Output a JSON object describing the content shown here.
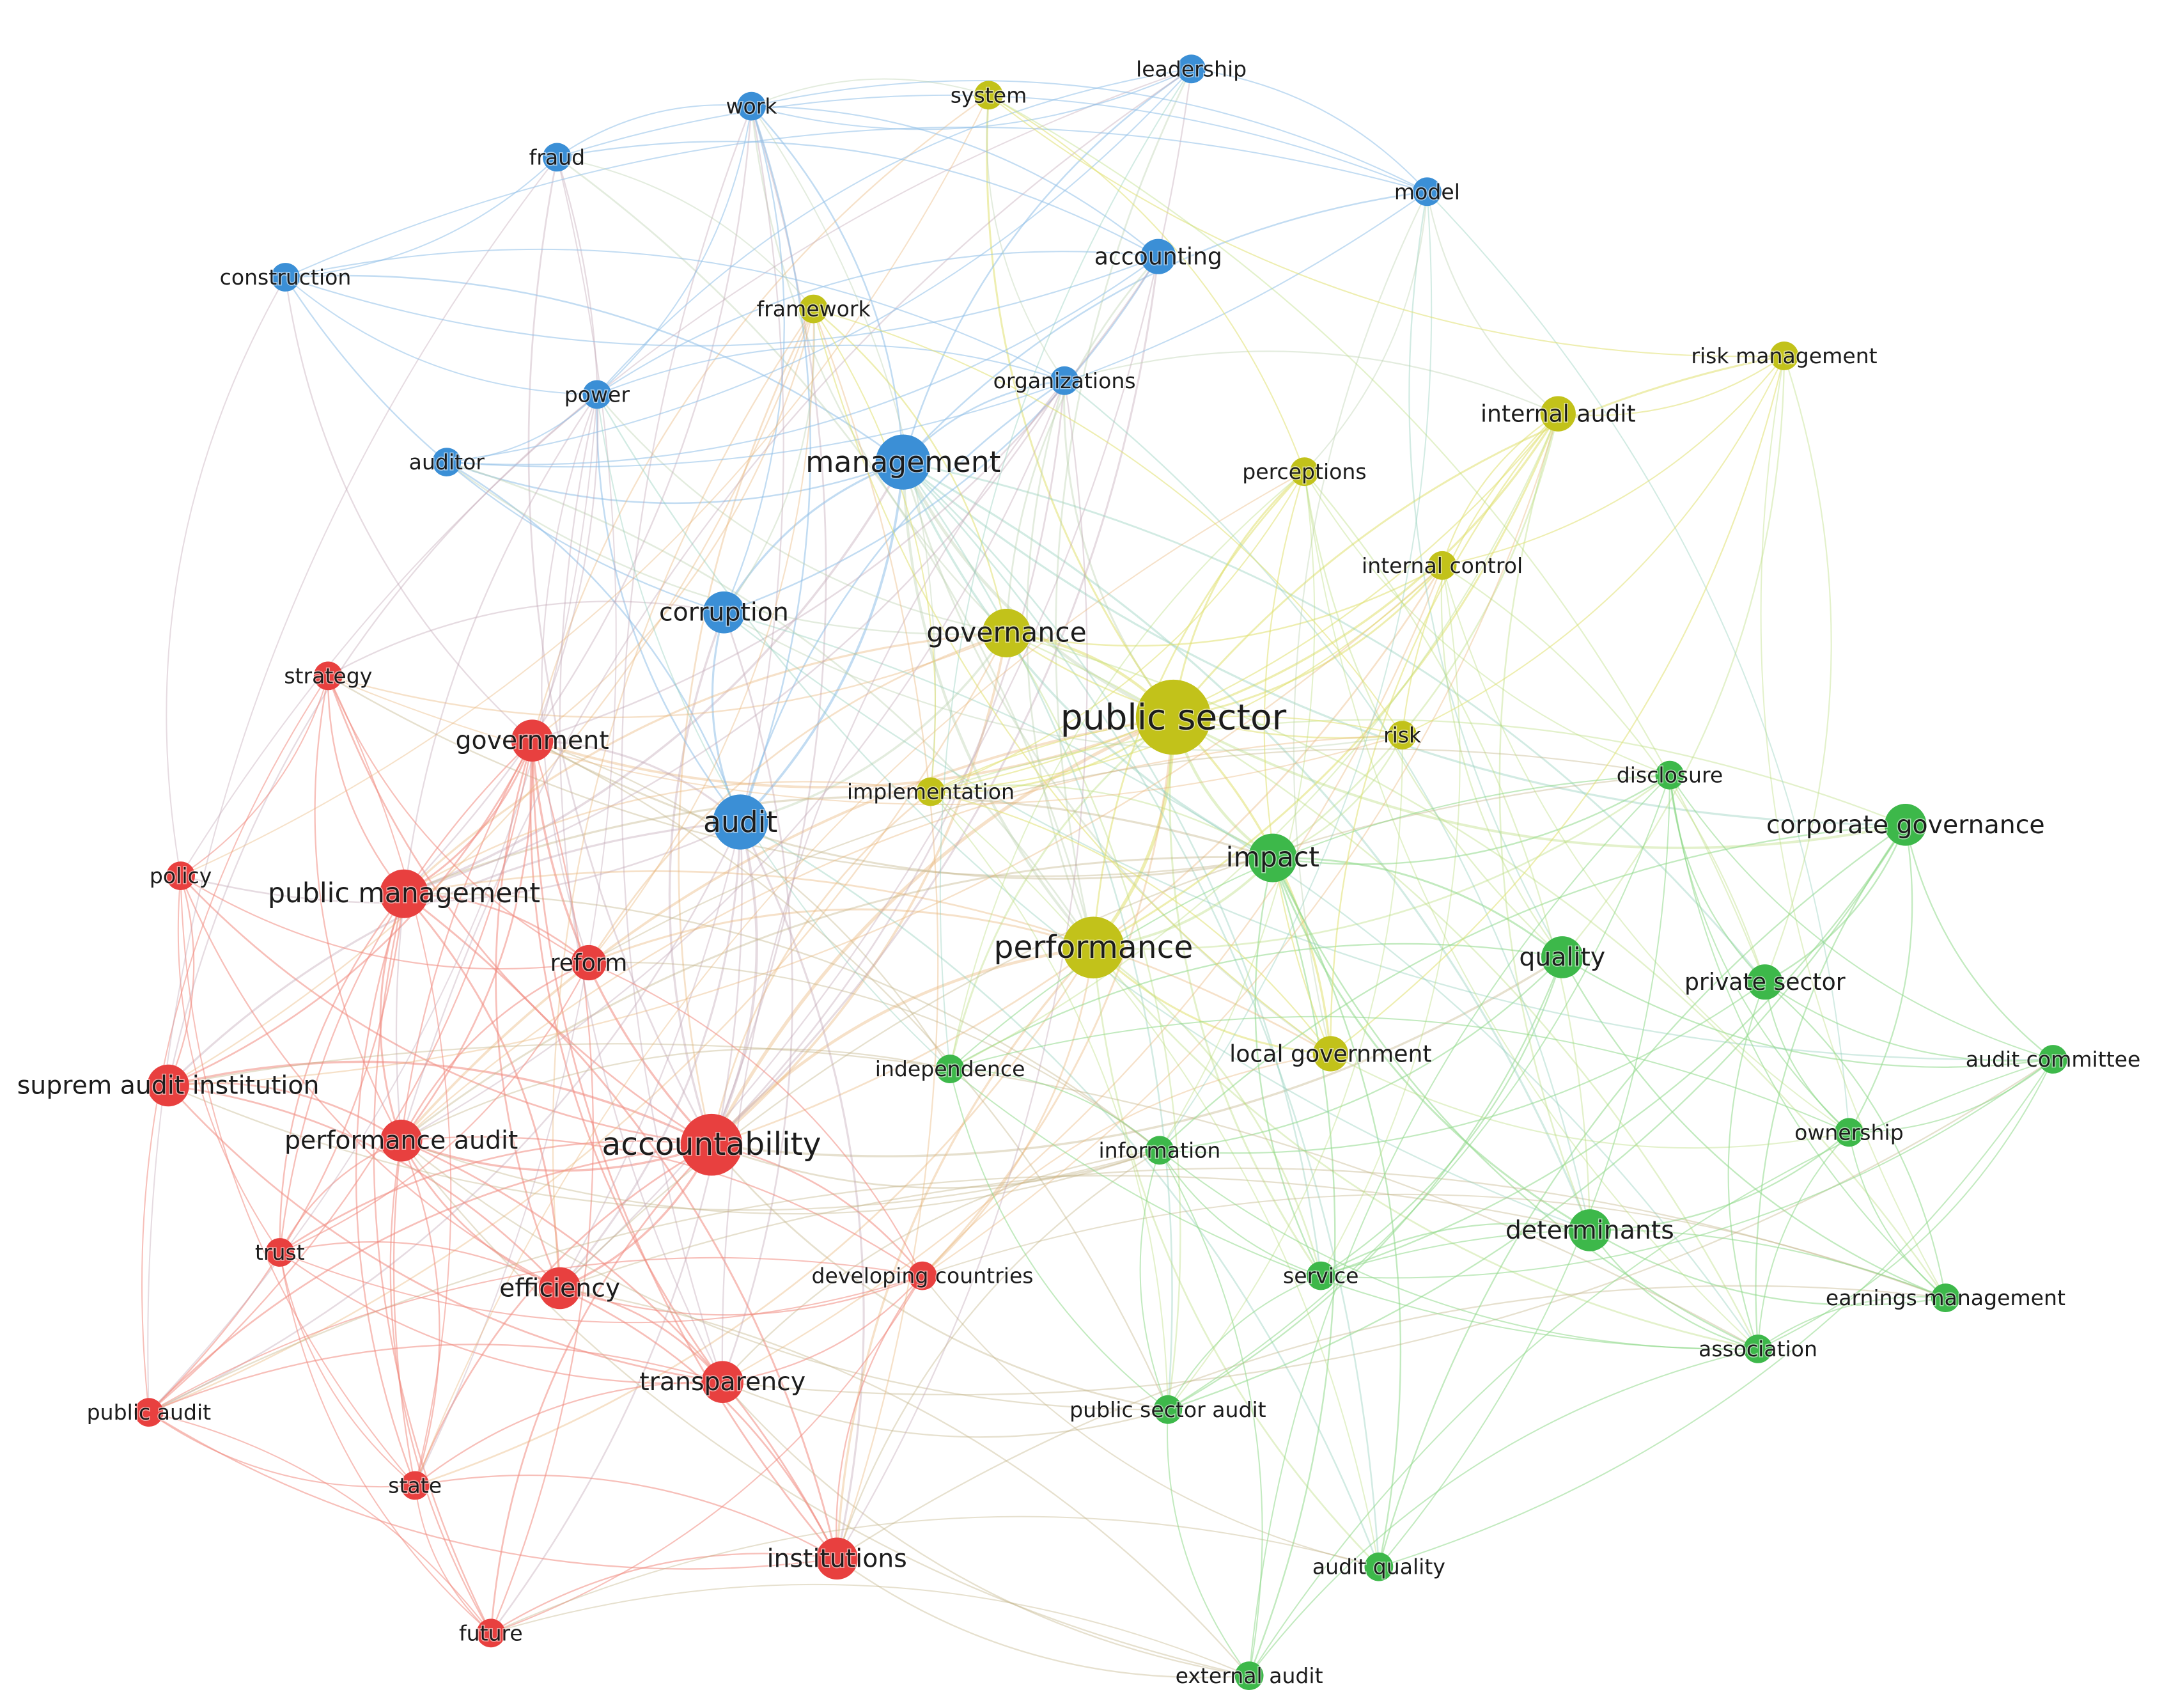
{
  "clusters": {
    "red": {
      "color": "#e8403f",
      "edge": "#f08a80"
    },
    "blue": {
      "color": "#3b8fd6",
      "edge": "#8fbfe8"
    },
    "yellow": {
      "color": "#c2c21a",
      "edge": "#e0e070"
    },
    "green": {
      "color": "#3db84a",
      "edge": "#8fd88a"
    }
  },
  "nodes": [
    {
      "id": "public-sector",
      "label": "public sector",
      "cluster": "yellow",
      "weight": 10
    },
    {
      "id": "accountability",
      "label": "accountability",
      "cluster": "red",
      "weight": 8
    },
    {
      "id": "management",
      "label": "management",
      "cluster": "blue",
      "weight": 7
    },
    {
      "id": "audit",
      "label": "audit",
      "cluster": "blue",
      "weight": 7
    },
    {
      "id": "performance",
      "label": "performance",
      "cluster": "yellow",
      "weight": 8
    },
    {
      "id": "governance",
      "label": "governance",
      "cluster": "yellow",
      "weight": 6
    },
    {
      "id": "impact",
      "label": "impact",
      "cluster": "green",
      "weight": 6
    },
    {
      "id": "quality",
      "label": "quality",
      "cluster": "green",
      "weight": 5
    },
    {
      "id": "corruption",
      "label": "corruption",
      "cluster": "blue",
      "weight": 5
    },
    {
      "id": "government",
      "label": "government",
      "cluster": "red",
      "weight": 5
    },
    {
      "id": "public-management",
      "label": "public management",
      "cluster": "red",
      "weight": 6
    },
    {
      "id": "suprem-audit-institution",
      "label": "suprem audit institution",
      "cluster": "red",
      "weight": 5
    },
    {
      "id": "performance-audit",
      "label": "performance audit",
      "cluster": "red",
      "weight": 5
    },
    {
      "id": "efficiency",
      "label": "efficiency",
      "cluster": "red",
      "weight": 5
    },
    {
      "id": "transparency",
      "label": "transparency",
      "cluster": "red",
      "weight": 5
    },
    {
      "id": "institutions",
      "label": "institutions",
      "cluster": "red",
      "weight": 5
    },
    {
      "id": "corporate-governance",
      "label": "corporate governance",
      "cluster": "green",
      "weight": 5
    },
    {
      "id": "determinants",
      "label": "determinants",
      "cluster": "green",
      "weight": 5
    },
    {
      "id": "internal-audit",
      "label": "internal audit",
      "cluster": "yellow",
      "weight": 4
    },
    {
      "id": "reform",
      "label": "reform",
      "cluster": "red",
      "weight": 4
    },
    {
      "id": "strategy",
      "label": "strategy",
      "cluster": "red",
      "weight": 3
    },
    {
      "id": "policy",
      "label": "policy",
      "cluster": "red",
      "weight": 3
    },
    {
      "id": "trust",
      "label": "trust",
      "cluster": "red",
      "weight": 3
    },
    {
      "id": "public-audit",
      "label": "public audit",
      "cluster": "red",
      "weight": 3
    },
    {
      "id": "state",
      "label": "state",
      "cluster": "red",
      "weight": 3
    },
    {
      "id": "future",
      "label": "future",
      "cluster": "red",
      "weight": 3
    },
    {
      "id": "developing-countries",
      "label": "developing countries",
      "cluster": "red",
      "weight": 3
    },
    {
      "id": "construction",
      "label": "construction",
      "cluster": "blue",
      "weight": 3
    },
    {
      "id": "fraud",
      "label": "fraud",
      "cluster": "blue",
      "weight": 3
    },
    {
      "id": "work",
      "label": "work",
      "cluster": "blue",
      "weight": 3
    },
    {
      "id": "leadership",
      "label": "leadership",
      "cluster": "blue",
      "weight": 3
    },
    {
      "id": "model",
      "label": "model",
      "cluster": "blue",
      "weight": 3
    },
    {
      "id": "accounting",
      "label": "accounting",
      "cluster": "blue",
      "weight": 4
    },
    {
      "id": "organizations",
      "label": "organizations",
      "cluster": "blue",
      "weight": 3
    },
    {
      "id": "power",
      "label": "power",
      "cluster": "blue",
      "weight": 3
    },
    {
      "id": "auditor",
      "label": "auditor",
      "cluster": "blue",
      "weight": 3
    },
    {
      "id": "system",
      "label": "system",
      "cluster": "yellow",
      "weight": 3
    },
    {
      "id": "framework",
      "label": "framework",
      "cluster": "yellow",
      "weight": 3
    },
    {
      "id": "perceptions",
      "label": "perceptions",
      "cluster": "yellow",
      "weight": 3
    },
    {
      "id": "internal-control",
      "label": "internal control",
      "cluster": "yellow",
      "weight": 3
    },
    {
      "id": "risk",
      "label": "risk",
      "cluster": "yellow",
      "weight": 3
    },
    {
      "id": "risk-management",
      "label": "risk management",
      "cluster": "yellow",
      "weight": 3
    },
    {
      "id": "local-government",
      "label": "local government",
      "cluster": "yellow",
      "weight": 4
    },
    {
      "id": "implementation",
      "label": "implementation",
      "cluster": "yellow",
      "weight": 3
    },
    {
      "id": "independence",
      "label": "independence",
      "cluster": "green",
      "weight": 3
    },
    {
      "id": "information",
      "label": "information",
      "cluster": "green",
      "weight": 3
    },
    {
      "id": "service",
      "label": "service",
      "cluster": "green",
      "weight": 3
    },
    {
      "id": "public-sector-audit",
      "label": "public sector audit",
      "cluster": "green",
      "weight": 3
    },
    {
      "id": "audit-quality",
      "label": "audit quality",
      "cluster": "green",
      "weight": 3
    },
    {
      "id": "external-audit",
      "label": "external audit",
      "cluster": "green",
      "weight": 3
    },
    {
      "id": "disclosure",
      "label": "disclosure",
      "cluster": "green",
      "weight": 3
    },
    {
      "id": "private-sector",
      "label": "private sector",
      "cluster": "green",
      "weight": 4
    },
    {
      "id": "audit-committee",
      "label": "audit committee",
      "cluster": "green",
      "weight": 3
    },
    {
      "id": "ownership",
      "label": "ownership",
      "cluster": "green",
      "weight": 3
    },
    {
      "id": "earnings-management",
      "label": "earnings management",
      "cluster": "green",
      "weight": 3
    },
    {
      "id": "association",
      "label": "association",
      "cluster": "green",
      "weight": 3
    }
  ]
}
